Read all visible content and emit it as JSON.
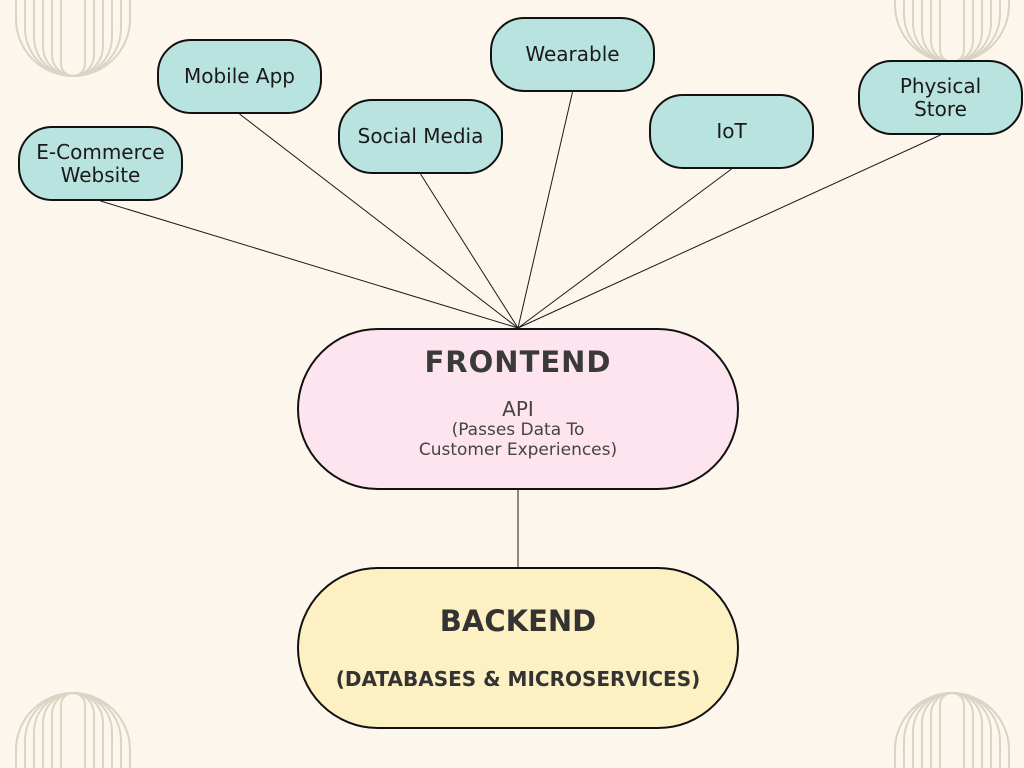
{
  "colors": {
    "background": "#fdf6ec",
    "channel_fill": "#b9e3df",
    "frontend_fill": "#fde4ee",
    "backend_fill": "#fdf0c2",
    "connector": "#1a1a1a",
    "ornament": "#d9d4c4"
  },
  "channels": [
    {
      "id": "ecommerce",
      "lines": [
        "E-Commerce",
        "Website"
      ]
    },
    {
      "id": "mobile-app",
      "lines": [
        "Mobile App"
      ]
    },
    {
      "id": "social-media",
      "lines": [
        "Social Media"
      ]
    },
    {
      "id": "wearable",
      "lines": [
        "Wearable"
      ]
    },
    {
      "id": "iot",
      "lines": [
        "IoT"
      ]
    },
    {
      "id": "physical-store",
      "lines": [
        "Physical",
        "Store"
      ]
    }
  ],
  "frontend": {
    "title": "FRONTEND",
    "api": "API",
    "desc_line1": "(Passes Data To",
    "desc_line2": "Customer Experiences)"
  },
  "backend": {
    "title": "BACKEND",
    "subtitle": "(DATABASES & MICROSERVICES)"
  }
}
